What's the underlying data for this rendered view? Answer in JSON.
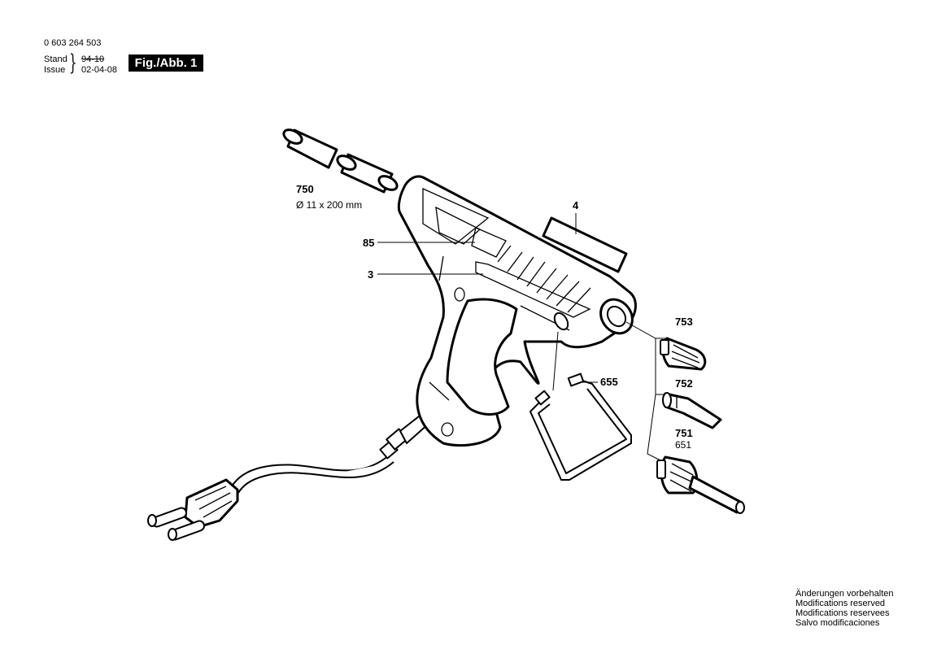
{
  "header": {
    "part_number": "0 603 264 503",
    "stand_label": "Stand",
    "issue_label": "Issue",
    "stand_date_old": "94-10",
    "issue_date": "02-04-08",
    "figure_badge": "Fig./Abb. 1"
  },
  "parts": {
    "p750": "750",
    "p750_spec": "Ø 11 x 200 mm",
    "p4": "4",
    "p85": "85",
    "p3": "3",
    "p753": "753",
    "p655": "655",
    "p752": "752",
    "p751": "751",
    "p651": "651"
  },
  "notes": [
    "Änderungen vorbehalten",
    "Modifications reserved",
    "Modifications reservees",
    "Salvo modificaciones"
  ]
}
